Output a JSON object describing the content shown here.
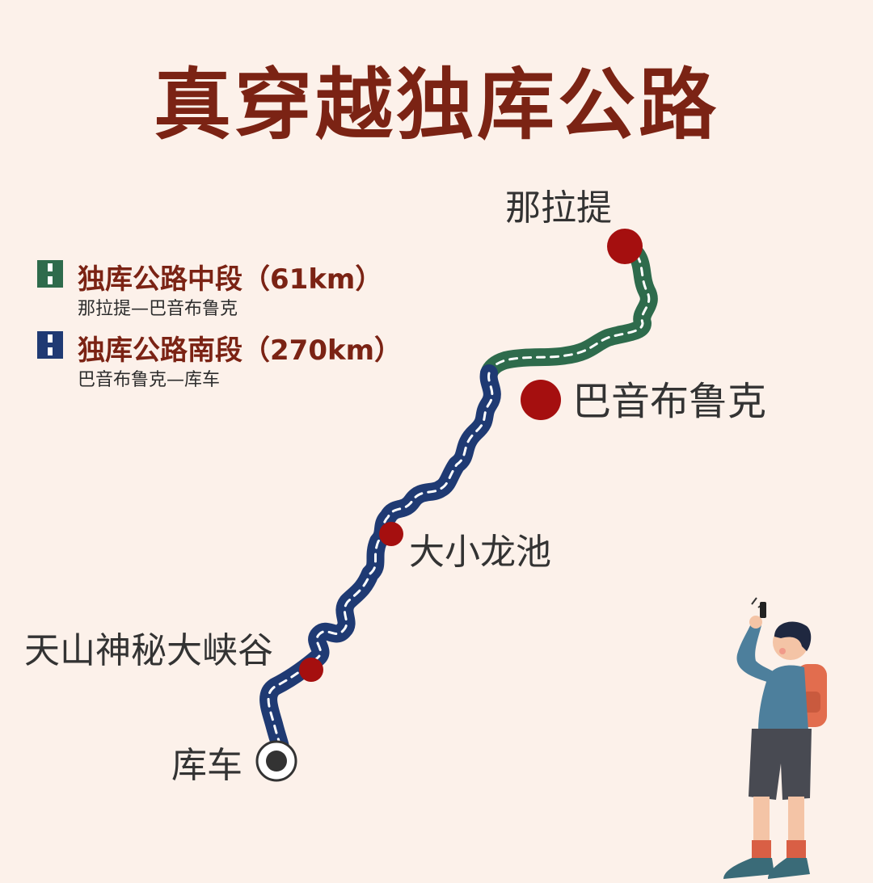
{
  "title": "真穿越独库公路",
  "legend": [
    {
      "title": "独库公路中段（61km）",
      "subtitle": "那拉提—巴音布鲁克",
      "color": "#2e6b4c"
    },
    {
      "title": "独库公路南段（270km）",
      "subtitle": "巴音布鲁克—库车",
      "color": "#1f3a73"
    }
  ],
  "places": {
    "nalati": "那拉提",
    "bayinbuluke": "巴音布鲁克",
    "daxiaolongchi": "大小龙池",
    "canyon": "天山神秘大峡谷",
    "kuche": "库车"
  },
  "colors": {
    "title": "#7b2314",
    "stop_marker": "#a50f0f",
    "middle_section": "#2e6b4c",
    "south_section": "#1f3a73",
    "background": "#fcf1ea"
  }
}
